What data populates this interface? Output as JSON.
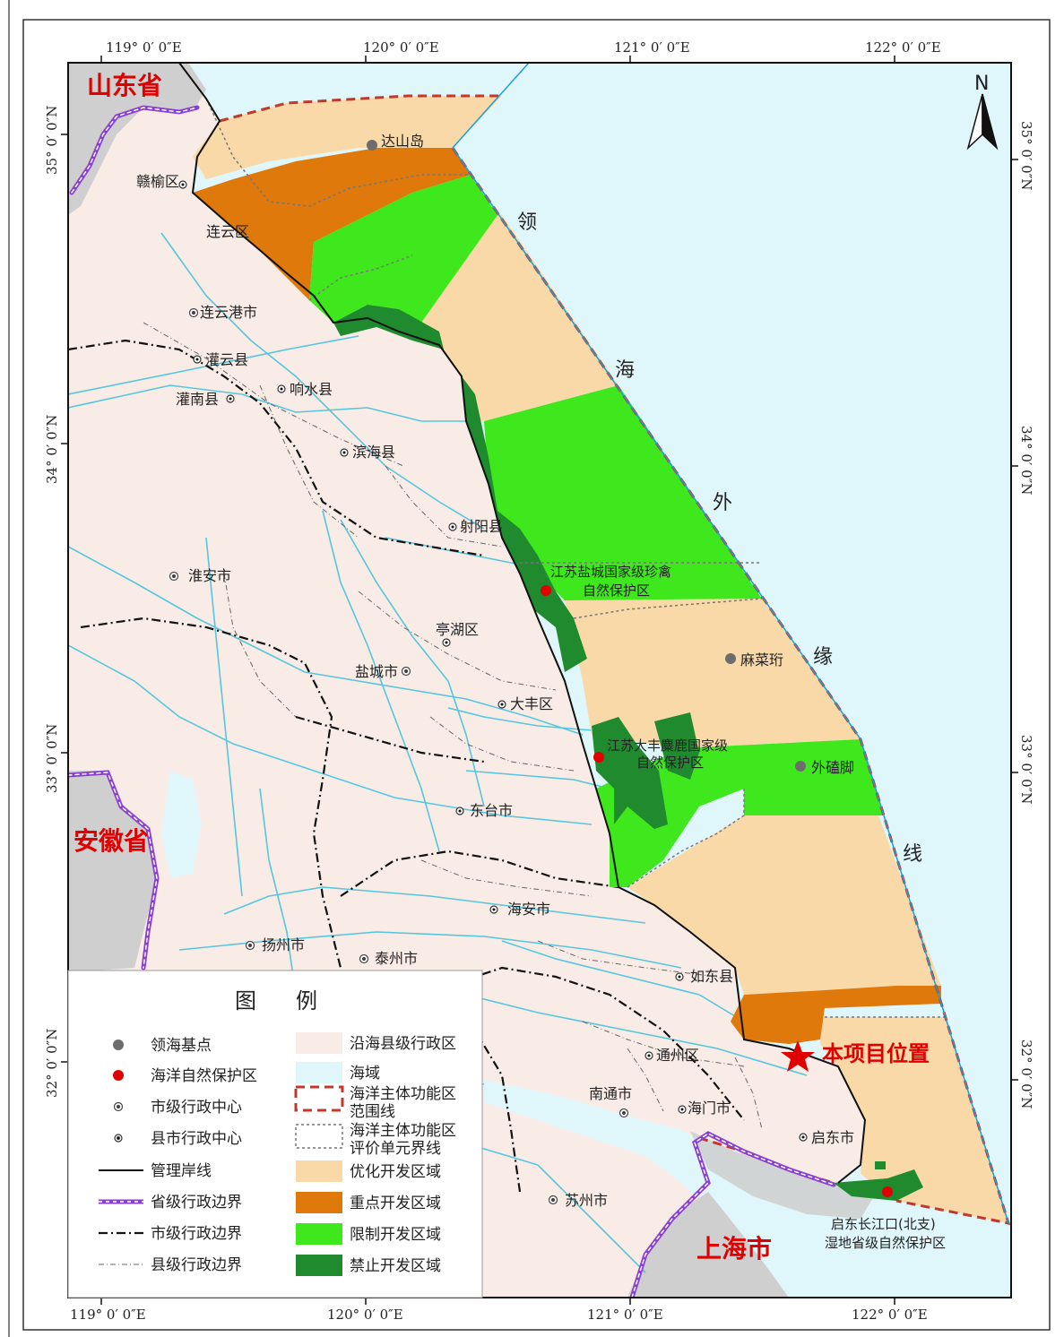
{
  "colors": {
    "sea": "#dff7fb",
    "land": "#f9ece6",
    "neighbor": "#cfcfcf",
    "optimize": "#f9d9a8",
    "key": "#e0790c",
    "restrict": "#3fe81d",
    "forbid": "#1f8a2e",
    "functional_border": "#c0392b",
    "province_border": "#8a3fd1",
    "river": "#56c6df",
    "territorial": "#1a9fd6"
  },
  "coords": {
    "top": [
      "119° 0′ 0″E",
      "120° 0′ 0″E",
      "121° 0′ 0″E",
      "122° 0′ 0″E"
    ],
    "bottom": [
      "119° 0′ 0″E",
      "120° 0′ 0″E",
      "121° 0′ 0″E",
      "122° 0′ 0″E"
    ],
    "left": [
      "35° 0′ 0″N",
      "34° 0′ 0″N",
      "33° 0′ 0″N",
      "32° 0′ 0″N"
    ],
    "right": [
      "35° 0′ 0″N",
      "34° 0′ 0″N",
      "33° 0′ 0″N",
      "32° 0′ 0″N"
    ]
  },
  "north_label": "N",
  "provinces": {
    "shandong": "山东省",
    "anhui": "安徽省",
    "shanghai": "上海市"
  },
  "territorial_line": [
    "领",
    "海",
    "外",
    "缘",
    "线"
  ],
  "baseline_points": {
    "dashan": "达山岛",
    "malai": "麻菜珩",
    "waiqi": "外磕脚"
  },
  "reserves": {
    "yancheng_1": "江苏盐城国家级珍禽",
    "yancheng_2": "自然保护区",
    "dafeng_1": "江苏大丰麋鹿国家级",
    "dafeng_2": "自然保护区",
    "qidong_1": "启东长江口(北支)",
    "qidong_2": "湿地省级自然保护区"
  },
  "cities": {
    "lianyungang": "连云港市",
    "huaian": "淮安市",
    "yancheng": "盐城市",
    "yangzhou": "扬州市",
    "taizhou": "泰州市",
    "nantong": "南通市",
    "suzhou": "苏州市"
  },
  "counties": {
    "ganyu": "赣榆区",
    "lianyun": "连云区",
    "guanyun": "灌云县",
    "guannan": "灌南县",
    "xiangshui": "响水县",
    "binhai": "滨海县",
    "sheyang": "射阳县",
    "tinghu": "亭湖区",
    "dafeng": "大丰区",
    "dongtai": "东台市",
    "haian": "海安市",
    "rudong": "如东县",
    "tongzhou": "通州区",
    "haimen": "海门市",
    "qidong": "启东市"
  },
  "project": "本项目位置",
  "legend": {
    "title_1": "图",
    "title_2": "例",
    "baseline": "领海基点",
    "reserve": "海洋自然保护区",
    "city_center": "市级行政中心",
    "county_center": "县市行政中心",
    "coastline": "管理岸线",
    "province_border": "省级行政边界",
    "city_border": "市级行政边界",
    "county_border": "县级行政边界",
    "coastal_admin": "沿海县级行政区",
    "sea": "海域",
    "func_range_1": "海洋主体功能区",
    "func_range_2": "范围线",
    "func_unit_1": "海洋主体功能区",
    "func_unit_2": "评价单元界线",
    "optimize": "优化开发区域",
    "key": "重点开发区域",
    "restrict": "限制开发区域",
    "forbid": "禁止开发区域"
  }
}
